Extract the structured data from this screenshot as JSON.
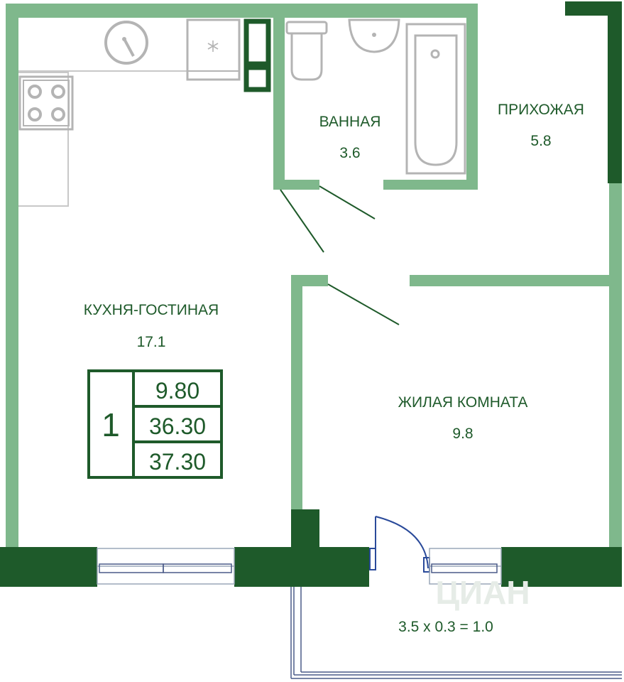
{
  "rooms": {
    "kitchen": {
      "name": "КУХНЯ-ГОСТИНАЯ",
      "area": "17.1"
    },
    "bathroom": {
      "name": "ВАННАЯ",
      "area": "3.6"
    },
    "hallway": {
      "name": "ПРИХОЖАЯ",
      "area": "5.8"
    },
    "living": {
      "name": "ЖИЛАЯ КОМНАТА",
      "area": "9.8"
    }
  },
  "balcony": {
    "formula": "3.5 x 0.3 = 1.0"
  },
  "summary": {
    "rooms_count": "1",
    "living_area": "9.80",
    "total_area": "36.30",
    "total_with_balcony": "37.30"
  },
  "watermark": "ЦИАН",
  "colors": {
    "wall_light": "#7fb88c",
    "wall_dark": "#1e5a2a",
    "fixture": "#b4b4b4",
    "text": "#1e5a2a"
  },
  "icons": [
    "sink-icon",
    "fridge-icon",
    "stove-icon",
    "toilet-icon",
    "washbasin-icon",
    "bathtub-icon",
    "door-swing-icon",
    "snowflake-icon"
  ]
}
